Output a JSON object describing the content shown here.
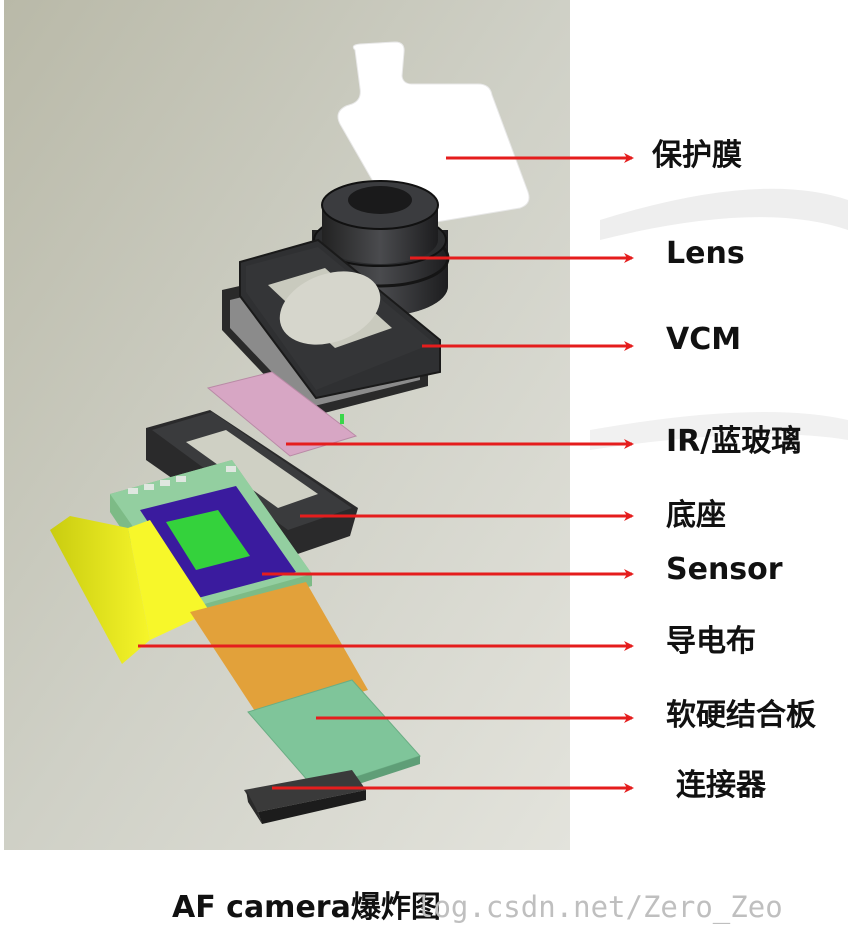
{
  "labels": {
    "film": "保护膜",
    "lens": "Lens",
    "vcm": "VCM",
    "ir": "IR/蓝玻璃",
    "base": "底座",
    "sensor": "Sensor",
    "cloth": "导电布",
    "board": "软硬结合板",
    "connector": "连接器"
  },
  "caption": "AF camera爆炸图",
  "watermark": "log.csdn.net/Zero_Zeo",
  "colors": {
    "arrow": "#e51d1d",
    "background_panel": "#cfd0c4",
    "protective_film": "#ffffff",
    "lens_body": "#2e2f31",
    "ir_filter": "#d7a6c4",
    "sensor_board": "#8fc79a",
    "sensor_die": "#3a1b9e",
    "sensor_active": "#34d23c",
    "conductive_cloth": "#f2f21a",
    "flex_cable": "#e2a13a",
    "rigid_flex_board": "#7fc59a"
  }
}
